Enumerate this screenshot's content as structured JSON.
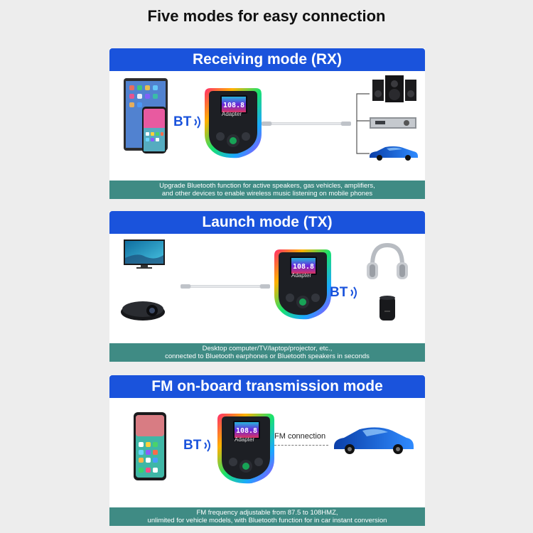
{
  "title": "Five modes for easy connection",
  "panels": [
    {
      "header": "Receiving mode (RX)",
      "footer_line1": "Upgrade Bluetooth function for active speakers, gas vehicles, amplifiers,",
      "footer_line2": "and other devices to enable wireless music listening on mobile phones",
      "bt": "BT",
      "device_label": "Adapter",
      "devices": [
        "tablet",
        "phone",
        "speakers",
        "amplifier",
        "car"
      ]
    },
    {
      "header": "Launch mode (TX)",
      "footer_line1": "Desktop computer/TV/laptop/projector, etc.,",
      "footer_line2": "connected to Bluetooth earphones or Bluetooth speakers in seconds",
      "bt": "BT",
      "device_label": "Adapter",
      "devices": [
        "tv",
        "projector",
        "headphones",
        "bluetooth-speaker"
      ]
    },
    {
      "header": "FM on-board transmission mode",
      "footer_line1": "FM frequency adjustable from 87.5 to 108HMZ,",
      "footer_line2": "unlimited for vehicle models, with Bluetooth function for in car instant conversion",
      "bt": "BT",
      "device_label": "Adapter",
      "fm_label": "FM connection",
      "devices": [
        "phone",
        "car"
      ]
    }
  ],
  "display_text": "108.8",
  "colors": {
    "header_blue": "#1a53dc",
    "footer_teal": "#3f8b84",
    "background": "#ededed"
  }
}
